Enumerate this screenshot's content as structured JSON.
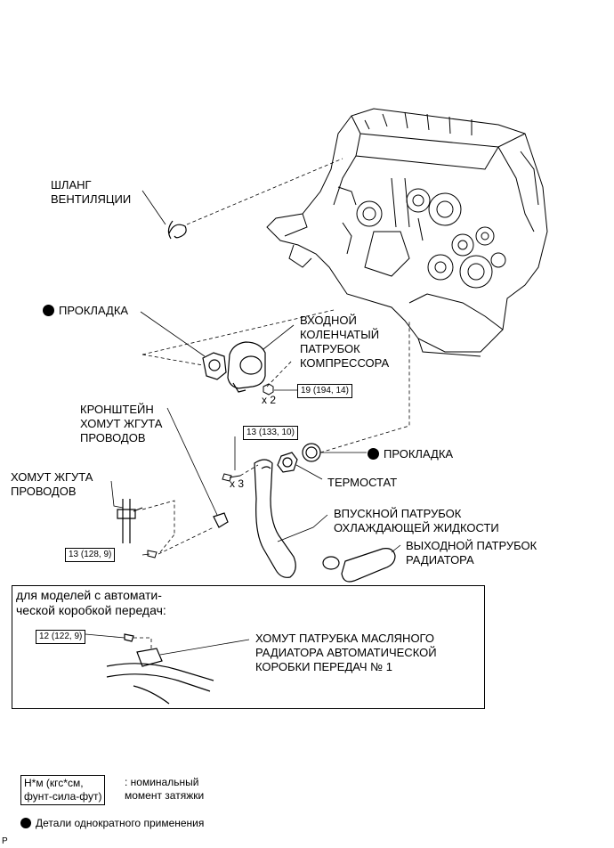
{
  "labels": {
    "vent_hose": "ШЛАНГ\nВЕНТИЛЯЦИИ",
    "gasket_top": "ПРОКЛАДКА",
    "inlet_elbow": "ВХОДНОЙ\nКОЛЕНЧАТЫЙ\nПАТРУБОК\nКОМПРЕССОРА",
    "bracket": "КРОНШТЕЙН\nХОМУТ ЖГУТА\nПРОВОДОВ",
    "gasket_right": "ПРОКЛАДКА",
    "clamp_harness": "ХОМУТ ЖГУТА\nПРОВОДОВ",
    "thermostat": "ТЕРМОСТАТ",
    "coolant_inlet": "ВПУСКНОЙ ПАТРУБОК\nОХЛАЖДАЮЩЕЙ ЖИДКОСТИ",
    "radiator_outlet": "ВЫХОДНОЙ ПАТРУБОК\nРАДИАТОРА",
    "at_models": "для моделей с автомати-\nческой коробкой передач:",
    "at_clamp": "ХОМУТ ПАТРУБКА МАСЛЯНОГО\nРАДИАТОРА АВТОМАТИЧЕСКОЙ\nКОРОБКИ ПЕРЕДАЧ № 1"
  },
  "torques": {
    "t19": "19 (194, 14)",
    "t13a": "13 (133, 10)",
    "t13b": "13 (128, 9)",
    "t12": "12 (122, 9)"
  },
  "quantities": {
    "x2": "x 2",
    "x3": "x 3"
  },
  "legend": {
    "unit_box": "Н*м (кгс*см,\nфунт-сила-фут)",
    "unit_desc": ": номинальный\nмомент затяжки",
    "single_use": "Детали однократного применения"
  },
  "corner_code": "P"
}
